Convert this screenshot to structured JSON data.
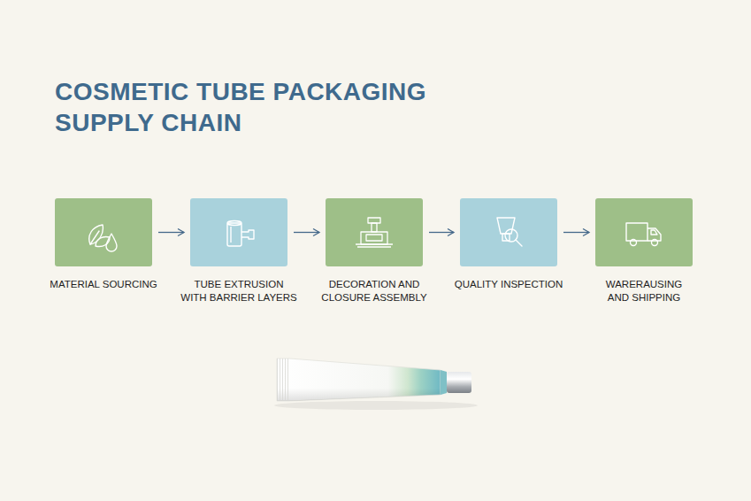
{
  "diagram": {
    "title": "COSMETIC TUBE PACKAGING SUPPLY CHAIN",
    "nodes": [
      {
        "text": [
          "MATERIAL SOURCING"
        ]
      },
      {
        "text": [
          "TUBE EXTRUSION WITH BARRIER LAYERS"
        ]
      },
      {
        "text": [
          "DECORATION AND CLOSURE ASSEMBLY"
        ]
      },
      {
        "text": [
          "QUALITY INSPECTION"
        ]
      },
      {
        "text": [
          "WARERAUSING AND SHIPPING"
        ]
      }
    ],
    "edges": [
      {
        "from": 0,
        "to": 1,
        "arrow": "to"
      },
      {
        "from": 1,
        "to": 2,
        "arrow": "to"
      },
      {
        "from": 2,
        "to": 3,
        "arrow": "to"
      },
      {
        "from": 3,
        "to": 4,
        "arrow": "to"
      }
    ]
  }
}
